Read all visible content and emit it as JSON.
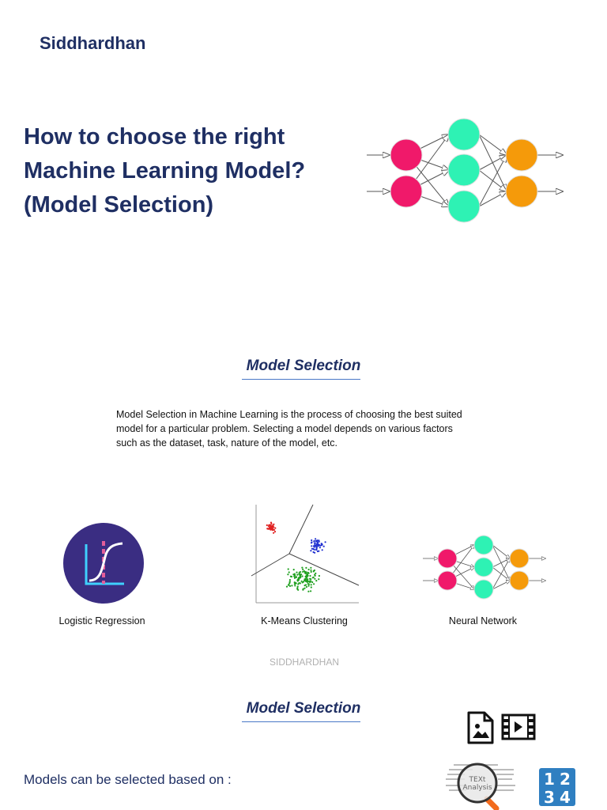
{
  "header": {
    "author": "Siddhardhan"
  },
  "title_lines": [
    "How to choose the right",
    "Machine Learning Model?",
    "(Model Selection)"
  ],
  "section1": {
    "heading": "Model Selection",
    "description_lines": [
      "Model Selection in Machine Learning is the process of choosing the best suited",
      "model for a particular problem. Selecting a model depends on various factors",
      "such as the dataset, task, nature of the model, etc."
    ]
  },
  "models": [
    {
      "caption": "Logistic Regression",
      "icon": "logistic-regression-icon"
    },
    {
      "caption": "K-Means Clustering",
      "icon": "kmeans-scatter-plot"
    },
    {
      "caption": "Neural Network",
      "icon": "neural-network-icon"
    }
  ],
  "watermark": "SIDDHARDHAN",
  "section2": {
    "heading": "Model Selection",
    "criteria_intro": "Models can be selected based on :",
    "text_analysis_label_top": "TEXt",
    "text_analysis_label_bottom": "Analysis",
    "numbers_tile": [
      "1",
      "2",
      "3",
      "4"
    ]
  },
  "colors": {
    "title": "#1f2f63",
    "input_node": "#f0196a",
    "hidden_node": "#2ef2b4",
    "output_node": "#f59a0a",
    "lr_circle": "#3a2d82",
    "lr_axis": "#3fd0ff",
    "lr_dashes": "#e25d9a",
    "numbers_tile": "#2f7fc1"
  }
}
